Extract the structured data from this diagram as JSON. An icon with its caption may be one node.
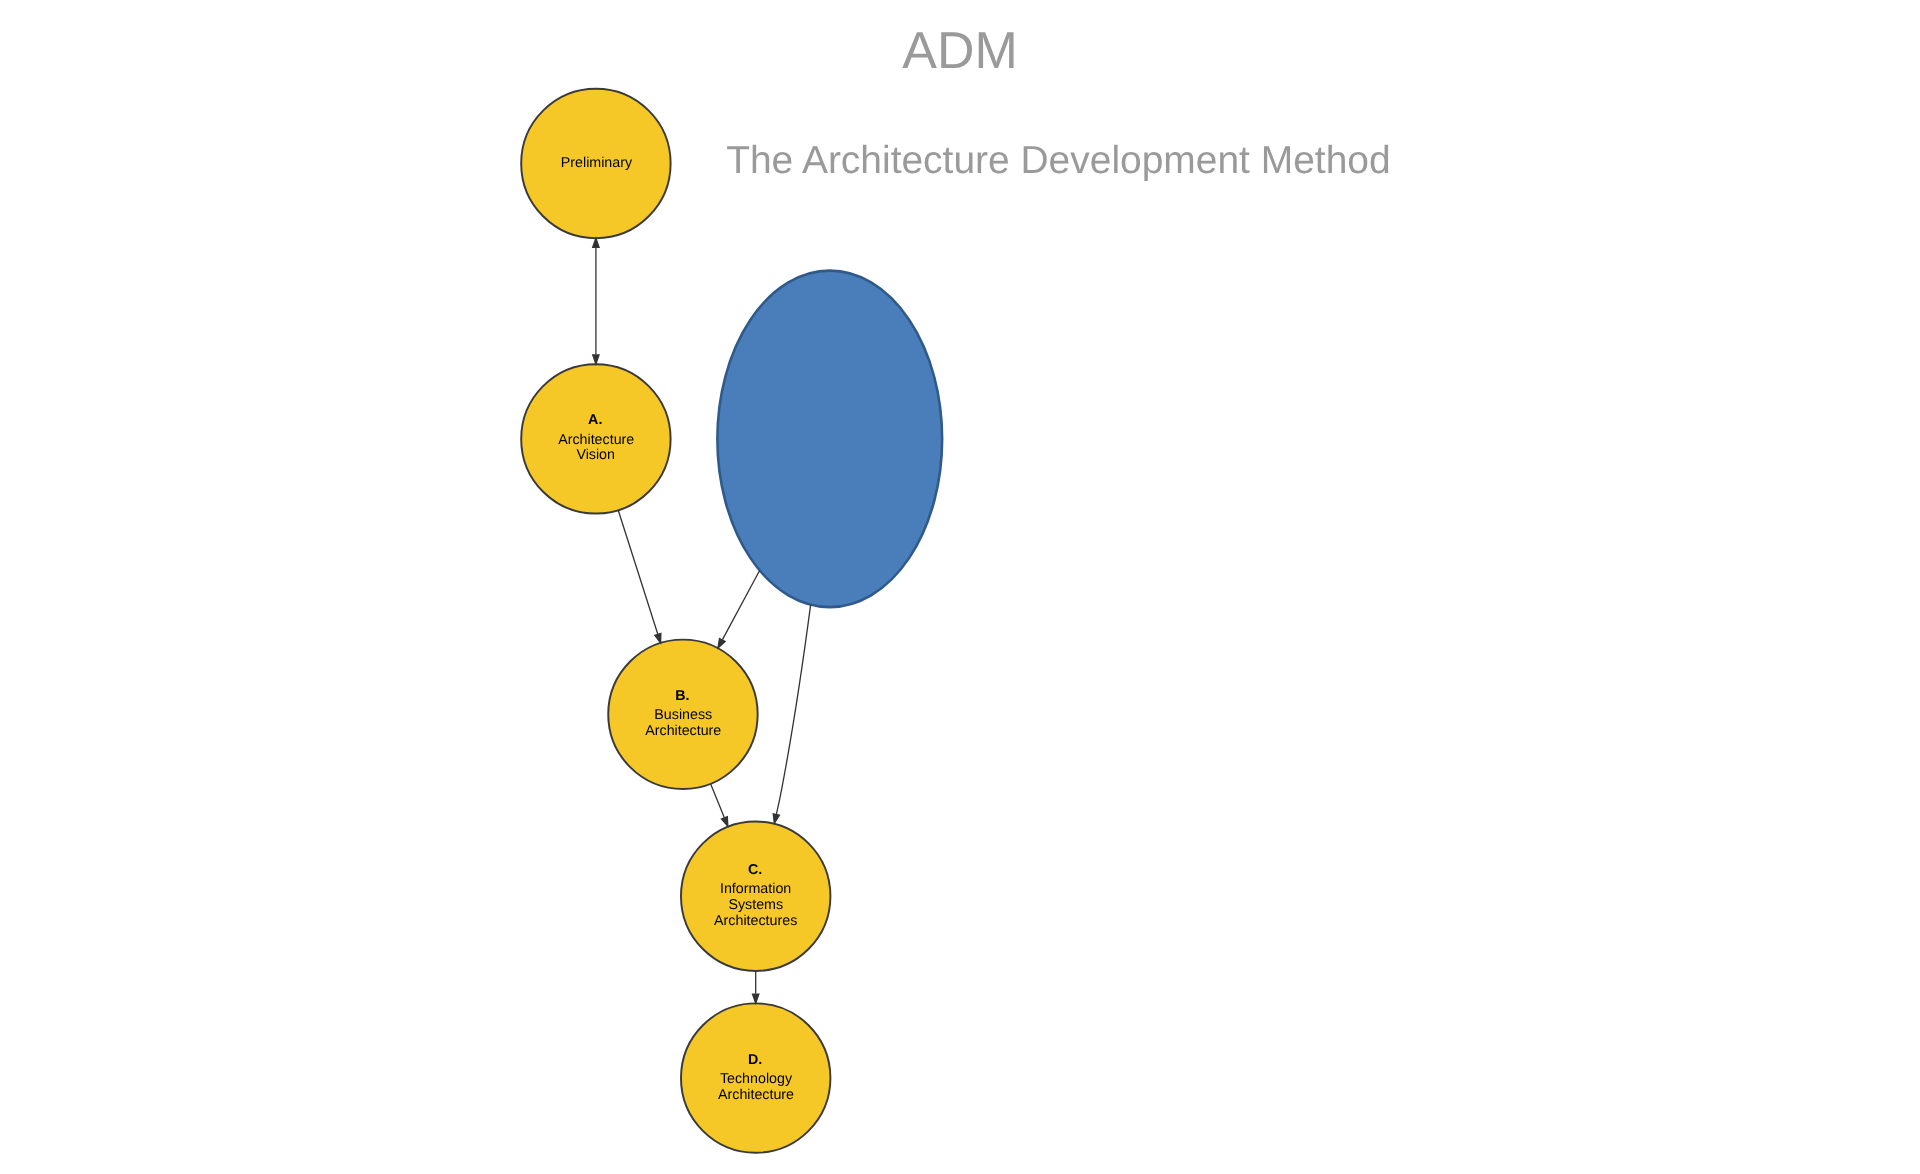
{
  "diagram": {
    "title": "ADM",
    "nodes": [
      {
        "text": [
          "Preliminary"
        ]
      },
      {
        "text": [
          "A.",
          "Architecture Vision"
        ]
      },
      {
        "text": [
          "B.",
          "Business Architecture"
        ]
      },
      {
        "text": [
          "C.",
          "Information Systems Architectures"
        ]
      },
      {
        "text": [
          "D.",
          "Technology Architecture"
        ]
      },
      {
        "text": [],
        "shape": "ellipse"
      }
    ],
    "edges": [
      {
        "from": 0,
        "to": 1,
        "arrow": "both"
      },
      {
        "from": 1,
        "to": 2,
        "arrow": "to"
      },
      {
        "from": 5,
        "to": 2,
        "arrow": "to"
      },
      {
        "from": 2,
        "to": 3,
        "arrow": "to"
      },
      {
        "from": 5,
        "to": 3,
        "arrow": "to"
      },
      {
        "from": 3,
        "to": 4,
        "arrow": "to"
      }
    ],
    "labels": [
      "The Architecture Development Method"
    ]
  }
}
